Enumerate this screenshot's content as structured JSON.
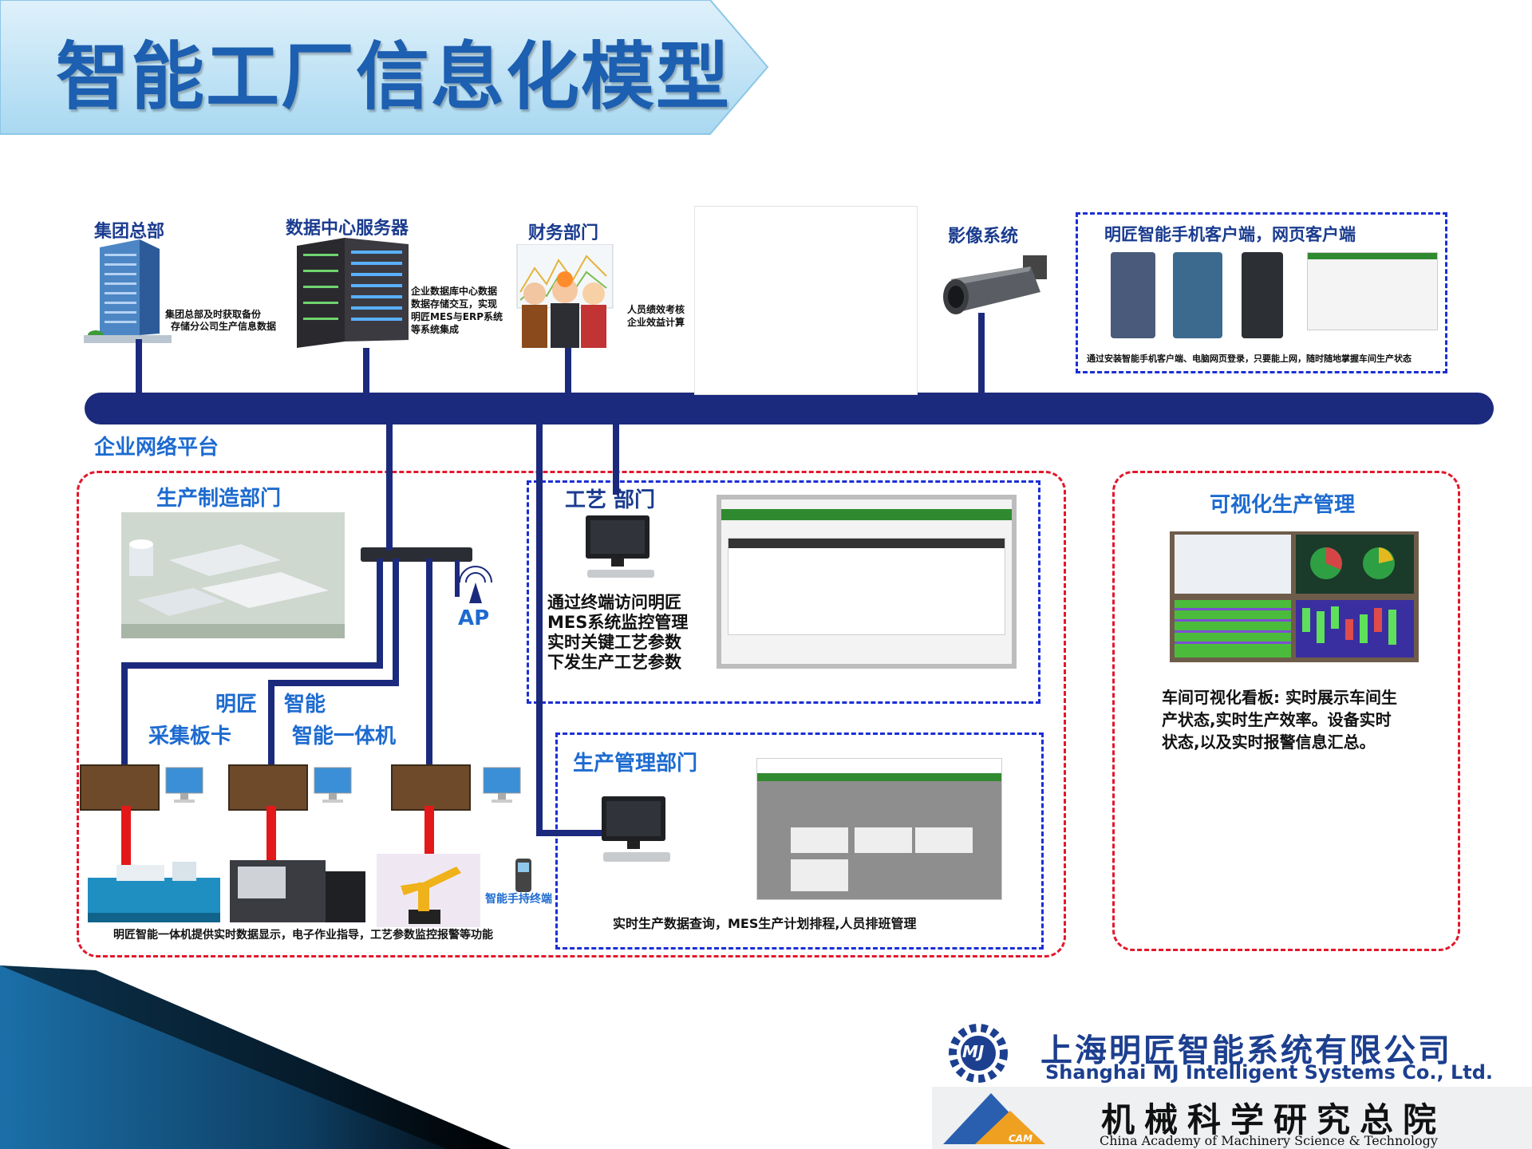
{
  "title": "智能工厂信息化模型",
  "top": {
    "hq": {
      "label": "集团总部",
      "note_lines": [
        "集团总部及时获取备份",
        "存储分公司生产信息数据"
      ]
    },
    "datacenter": {
      "label": "数据中心服务器",
      "note_lines": [
        "企业数据库中心数据",
        "数据存储交互，实现",
        "明匠MES与ERP系统",
        "等系统集成"
      ]
    },
    "finance": {
      "label": "财务部门",
      "note_lines": [
        "人员绩效考核",
        "企业效益计算"
      ]
    },
    "video": {
      "label": "影像系统"
    },
    "mobile": {
      "label": "明匠智能手机客户端，网页客户端",
      "note": "通过安装智能手机客户端、电脑网页登录，只要能上网，随时随地掌握车间生产状态"
    }
  },
  "network_label": "企业网络平台",
  "production": {
    "label": "生产制造部门",
    "ap": "AP",
    "card_lines": [
      "明匠",
      "采集板卡"
    ],
    "allinone_lines": [
      "智能",
      "智能一体机"
    ],
    "handheld": "智能手持终端",
    "note": "明匠智能一体机提供实时数据显示，电子作业指导，工艺参数监控报警等功能"
  },
  "process": {
    "label": "工艺  部门",
    "note_lines": [
      "通过终端访问明匠",
      "MES系统监控管理",
      "实时关键工艺参数",
      "下发生产工艺参数"
    ]
  },
  "mgmt": {
    "label": "生产管理部门",
    "note": "实时生产数据查询，MES生产计划排程,人员排班管理"
  },
  "visual": {
    "label": "可视化生产管理",
    "note_lines": [
      "车间可视化看板: 实时展示车间生",
      "产状态,实时生产效率。设备实时",
      "状态,以及实时报警信息汇总。"
    ]
  },
  "company": {
    "cn": "上海明匠智能系统有限公司",
    "en": "Shanghai MJ Intelligent Systems Co., Ltd.",
    "academy_cn": "机械科学研究总院",
    "academy_en": "China Academy of Machinery Science & Technology",
    "logo_text": "MJ",
    "cam_text": "CAM"
  },
  "colors": {
    "bus": "#1c2a7d",
    "red_box": "#e3172b",
    "blue_box": "#1b2fd6",
    "title": "#1d5fb0"
  }
}
